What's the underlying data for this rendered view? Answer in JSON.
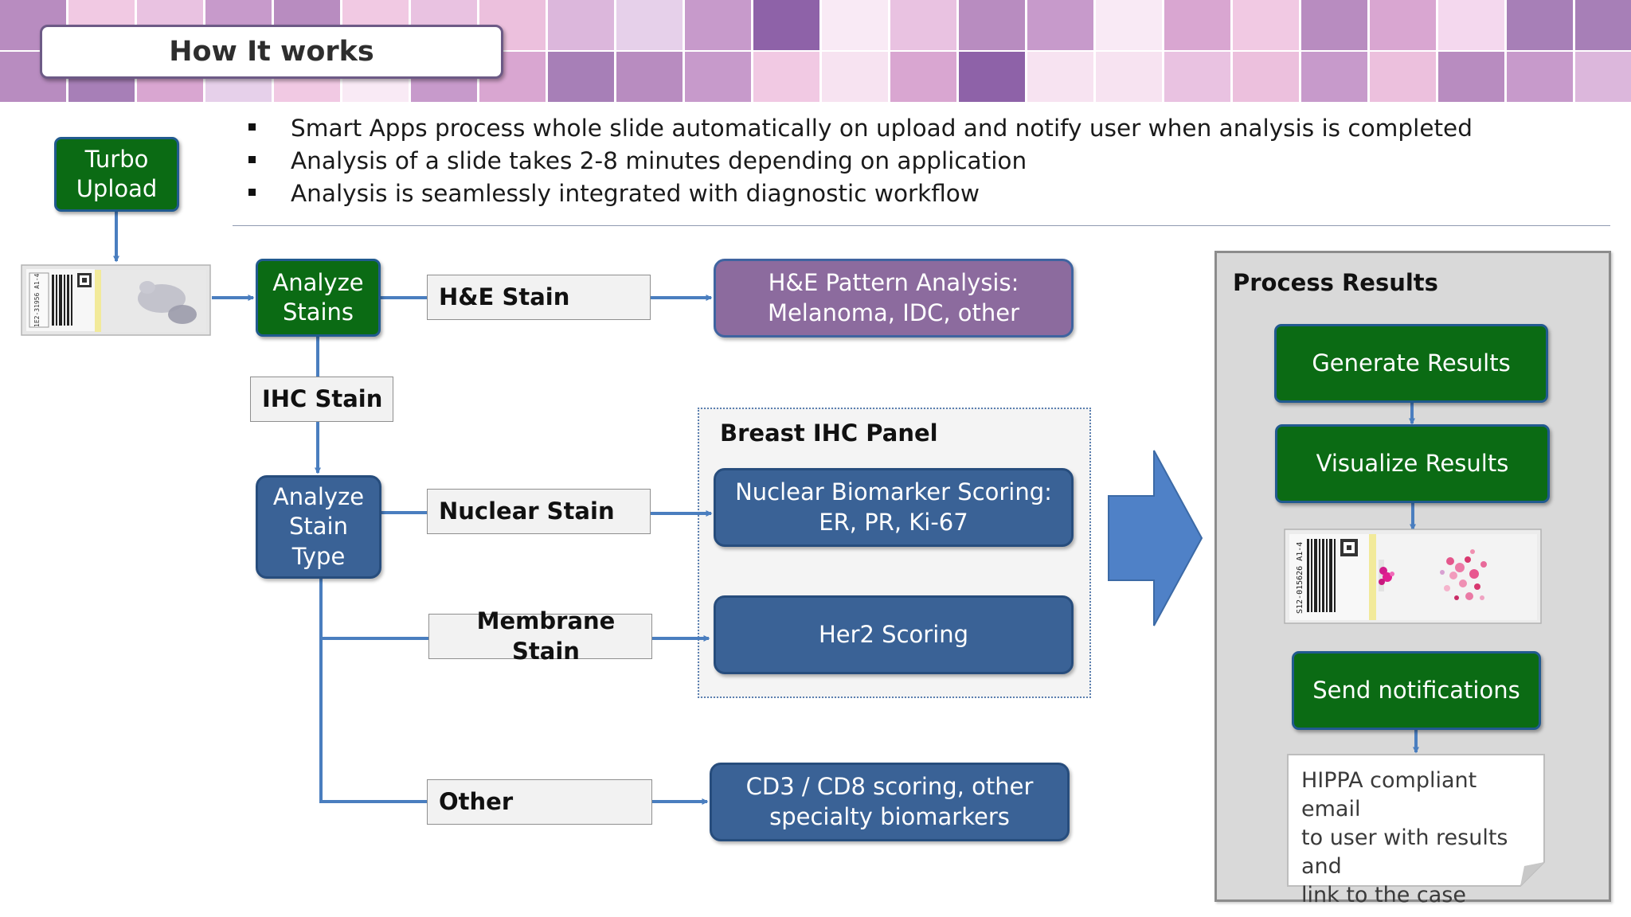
{
  "title": "How It works",
  "bullets": [
    "Smart Apps process whole slide automatically on upload and notify user when analysis is completed",
    "Analysis of a slide takes 2-8 minutes depending on application",
    "Analysis is seamlessly integrated with diagnostic workflow"
  ],
  "nodes": {
    "turbo_upload": [
      "Turbo",
      "Upload"
    ],
    "analyze_stains": [
      "Analyze",
      "Stains"
    ],
    "he_stain": "H&E Stain",
    "ihc_stain": "IHC Stain",
    "analyze_stain_type": [
      "Analyze",
      "Stain",
      "Type"
    ],
    "nuclear_stain": "Nuclear Stain",
    "membrane_stain": "Membrane Stain",
    "other": "Other",
    "he_pattern": [
      "H&E Pattern Analysis:",
      "Melanoma, IDC, other"
    ],
    "breast_panel_title": "Breast IHC Panel",
    "nuclear_scoring": [
      "Nuclear Biomarker Scoring:",
      "ER, PR, Ki-67"
    ],
    "her2_scoring": "Her2 Scoring",
    "cd3_cd8": [
      "CD3 / CD8 scoring, other",
      "specialty biomarkers"
    ]
  },
  "process": {
    "title": "Process Results",
    "generate": "Generate Results",
    "visualize": "Visualize Results",
    "send": "Send notifications",
    "note": [
      "HIPPA compliant email",
      "to user with results and",
      "link to the case"
    ]
  },
  "slide_label_1": "1E2-31956 A1-4",
  "slide_label_2": "S12-015626 A1-4",
  "colors": {
    "green": "#0b6b14",
    "blue": "#3a6296",
    "purple": "#8c6b9e",
    "connector": "#4a7ebf",
    "panel_bg": "#d9d9d9"
  }
}
